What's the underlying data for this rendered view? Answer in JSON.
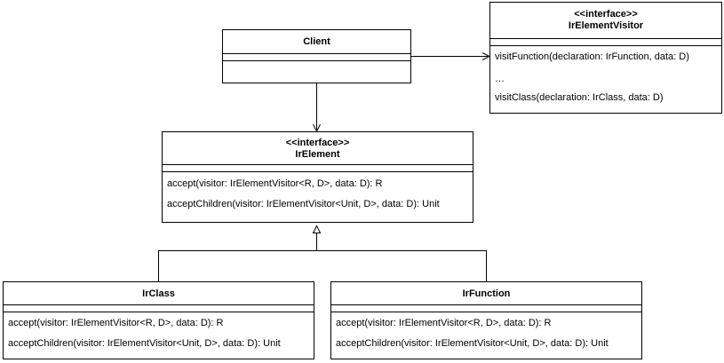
{
  "classes": {
    "client": {
      "name": "Client"
    },
    "visitor": {
      "stereotype": "<<interface>>",
      "name": "IrElementVisitor",
      "methods": [
        "visitFunction(declaration: IrFunction, data: D)",
        "…",
        "visitClass(declaration: IrClass, data: D)"
      ]
    },
    "element": {
      "stereotype": "<<interface>>",
      "name": "IrElement",
      "methods": [
        "accept(visitor: IrElementVisitor<R, D>, data: D): R",
        "acceptChildren(visitor: IrElementVisitor<Unit, D>, data: D): Unit"
      ]
    },
    "ir_class": {
      "name": "IrClass",
      "methods": [
        "accept(visitor: IrElementVisitor<R, D>, data: D): R",
        "acceptChildren(visitor: IrElementVisitor<Unit, D>, data: D): Unit"
      ]
    },
    "ir_function": {
      "name": "IrFunction",
      "methods": [
        "accept(visitor: IrElementVisitor<R, D>, data: D): R",
        "acceptChildren(visitor: IrElementVisitor<Unit, D>, data: D): Unit"
      ]
    }
  },
  "colors": {
    "line": "#000000",
    "fill": "#ffffff"
  }
}
